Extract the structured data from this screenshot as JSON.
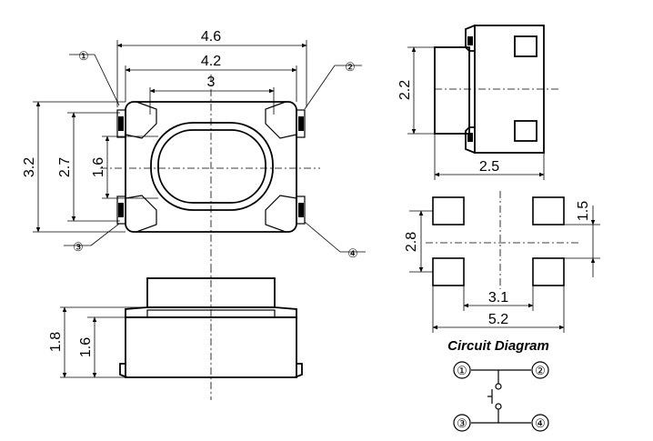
{
  "top_view": {
    "dim_overall_width": "4.6",
    "dim_body_width": "4.2",
    "dim_window_width": "3",
    "dim_overall_height": "3.2",
    "dim_body_height": "2.7",
    "dim_button_height": "1.6",
    "pin_labels": [
      "①",
      "②",
      "③",
      "④"
    ]
  },
  "side_view": {
    "dim_height": "2.2",
    "dim_depth": "2.5"
  },
  "front_view": {
    "dim_total_height": "1.8",
    "dim_body_height": "1.6"
  },
  "footprint": {
    "dim_pad_height": "1.5",
    "dim_pitch_vertical": "2.8",
    "dim_inner_span": "3.1",
    "dim_outer_span": "5.2"
  },
  "circuit": {
    "title": "Circuit Diagram",
    "pins": [
      "①",
      "②",
      "③",
      "④"
    ]
  }
}
